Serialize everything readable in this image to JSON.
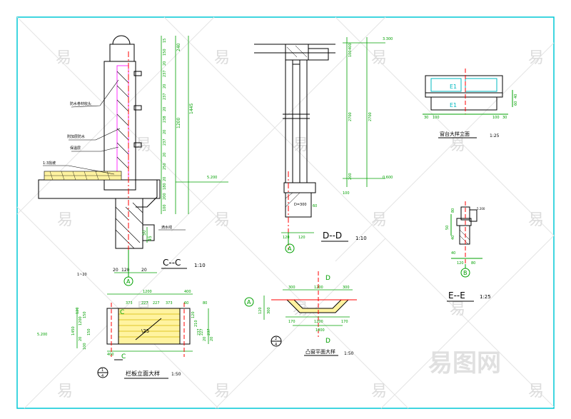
{
  "colors": {
    "border": "#00c8d6",
    "line": "#000000",
    "dim": "#00a000",
    "cut": "#ff0000",
    "magenta": "#ff00ff",
    "fill_yellow": "#fff3a0",
    "glass": "#00b8c0",
    "watermark": "#d8d8d8"
  },
  "views": {
    "cc": {
      "title": "C--C",
      "scale": "1:10",
      "axis": "A"
    },
    "dd": {
      "title": "D--D",
      "scale": "1:10",
      "axis": "A"
    },
    "ee": {
      "title": "E--E",
      "scale": "1:25",
      "axis": "B"
    },
    "sill": {
      "title": "窗台大样立面",
      "scale": "1:25"
    },
    "railing": {
      "title": "栏板立面大样",
      "scale": "1:50",
      "mark_top": "1",
      "mark_bottom": "4"
    },
    "bay": {
      "title": "凸窗平面大样",
      "scale": "1:50",
      "mark_top": "2",
      "mark_bottom": "4"
    }
  },
  "labels": {
    "section_c": "C",
    "section_d": "D",
    "elev_5200": "5.200",
    "elev_3300": "3.300",
    "elev_0600": "0.600",
    "elev_5200b": "5.200",
    "ref_1_20": "1~20",
    "e1": "E1",
    "e1b": "E1",
    "axis_a_small": "A",
    "d300": "D=300",
    "watermark_logo": "易图网"
  },
  "dims": {
    "cc_top": [
      "15",
      "150",
      "20",
      "237",
      "20",
      "237",
      "20",
      "238",
      "20",
      "237",
      "20",
      "250",
      "20",
      "180",
      "200",
      "100"
    ],
    "cc_mid": [
      "240",
      "1200",
      "1445"
    ],
    "cc_bottom": [
      "20",
      "120",
      "20"
    ],
    "cc_left": [
      "50",
      "45"
    ],
    "dd_right_small": [
      "100",
      "400",
      "200"
    ],
    "dd_right_large": [
      "2700",
      "2700"
    ],
    "dd_bottom": [
      "120",
      "120"
    ],
    "dd_left": [
      "100",
      "60"
    ],
    "sill_bottom": [
      "30",
      "100",
      "100",
      "30"
    ],
    "sill_right": [
      "40",
      "60"
    ],
    "ee_left": [
      "80",
      "50",
      "40"
    ],
    "ee_bottom": [
      "40",
      "120",
      "80"
    ],
    "rail_top": [
      "1200",
      "400"
    ],
    "rail_top2": [
      "373",
      "227",
      "227",
      "373",
      "60",
      "80"
    ],
    "rail_left": [
      "120",
      "1200",
      "1450",
      "150",
      "20",
      "150",
      "100"
    ],
    "rail_right": [
      "120",
      "210",
      "237",
      "227",
      "20",
      "237",
      "20"
    ],
    "rail_bottom": [
      "400"
    ],
    "bay_top": [
      "300",
      "1200",
      "300"
    ],
    "bay_bottom": [
      "170",
      "1200",
      "170"
    ],
    "bay_bottom2": [
      "1800"
    ],
    "bay_left": [
      "120",
      "300"
    ]
  }
}
